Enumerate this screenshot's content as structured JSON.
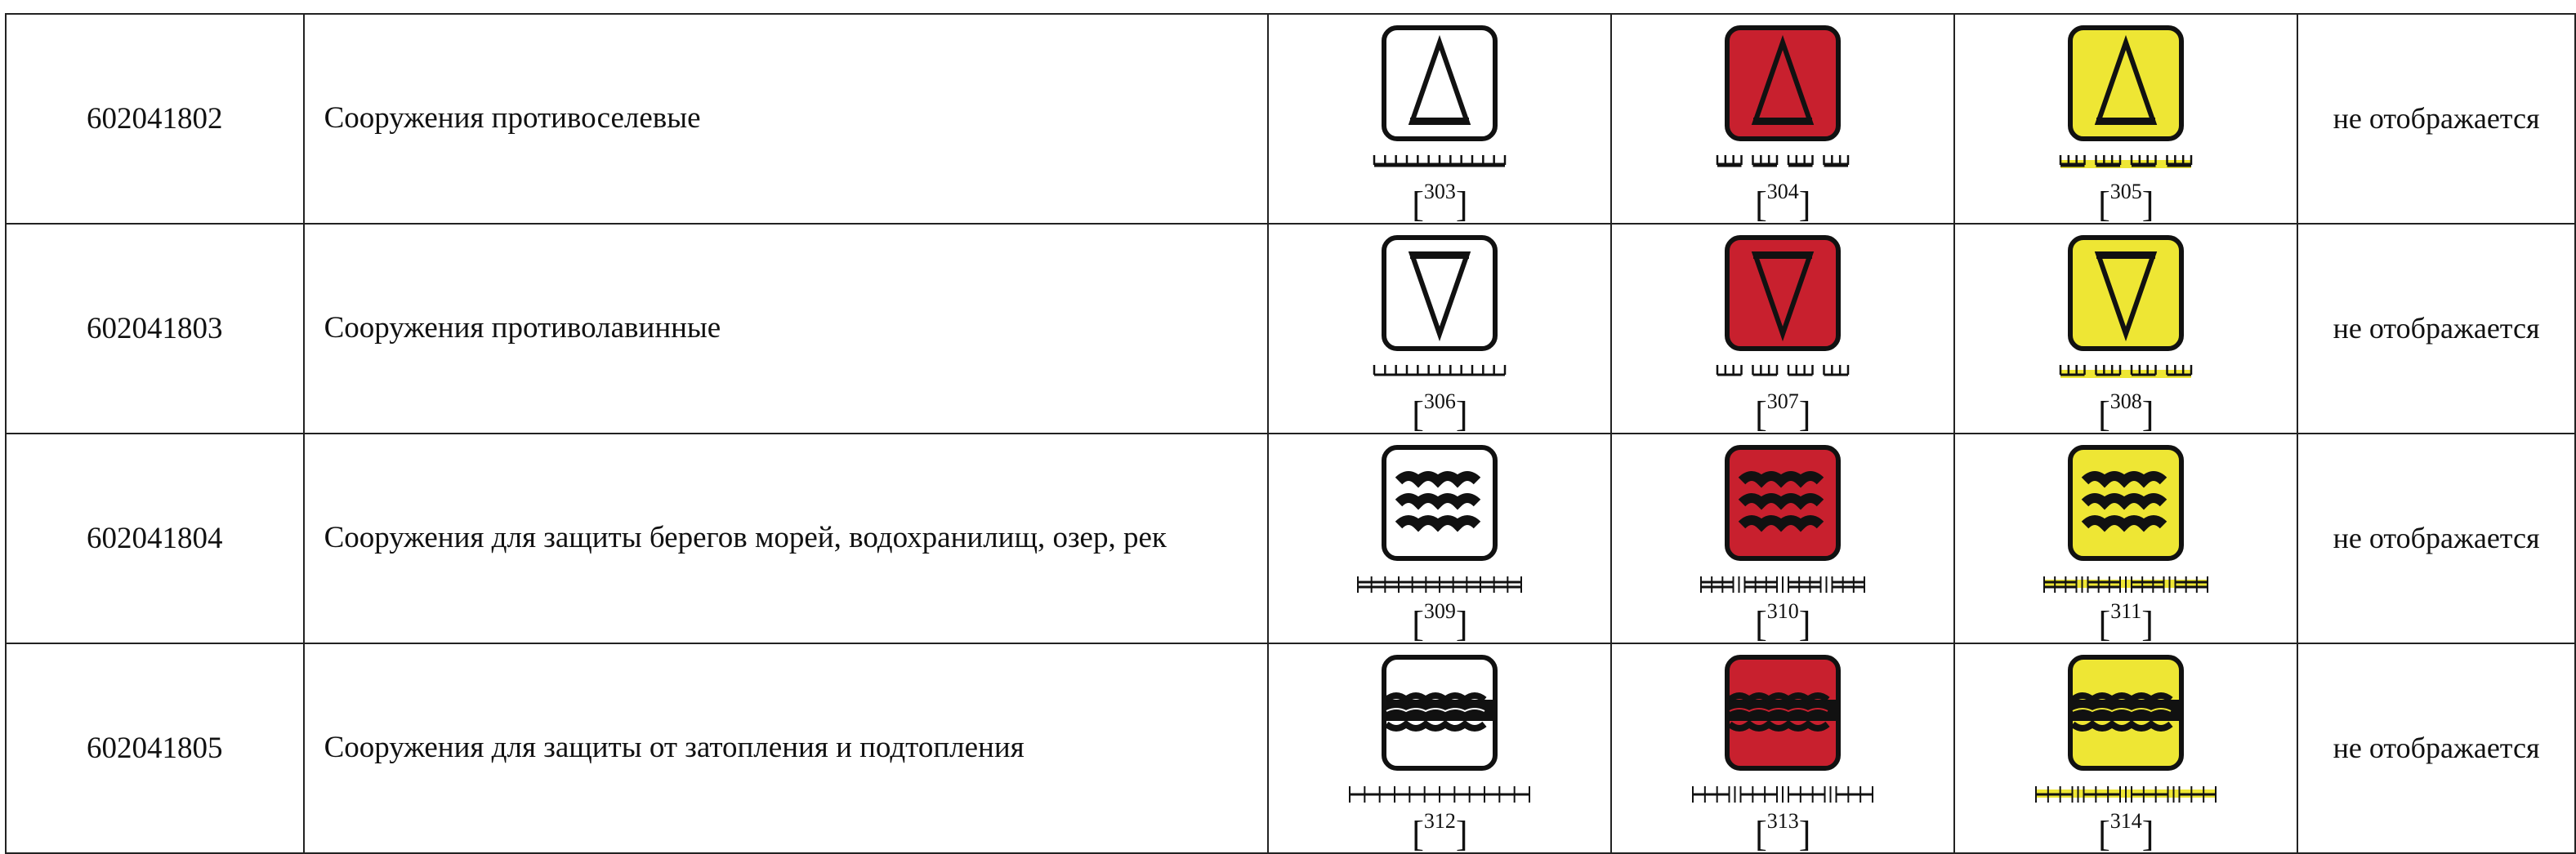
{
  "colors": {
    "white": "#ffffff",
    "red": "#c8202e",
    "yellow": "#eee634",
    "stroke": "#111111"
  },
  "rows": [
    {
      "code": "602041802",
      "name": "Сооружения противоселевые",
      "icon": "triangle-up",
      "symbols": [
        {
          "ref": "303",
          "fill": "white"
        },
        {
          "ref": "304",
          "fill": "red"
        },
        {
          "ref": "305",
          "fill": "yellow"
        }
      ],
      "last": "не отображается"
    },
    {
      "code": "602041803",
      "name": "Сооружения противолавинные",
      "icon": "triangle-down",
      "symbols": [
        {
          "ref": "306",
          "fill": "white"
        },
        {
          "ref": "307",
          "fill": "red"
        },
        {
          "ref": "308",
          "fill": "yellow"
        }
      ],
      "last": "не отображается"
    },
    {
      "code": "602041804",
      "name": "Сооружения для защиты берегов морей, водохранилищ, озер, рек",
      "icon": "waves",
      "symbols": [
        {
          "ref": "309",
          "fill": "white"
        },
        {
          "ref": "310",
          "fill": "red"
        },
        {
          "ref": "311",
          "fill": "yellow"
        }
      ],
      "last": "не отображается"
    },
    {
      "code": "602041805",
      "name": "Сооружения для защиты от затопления и подтопления",
      "icon": "wave-band",
      "symbols": [
        {
          "ref": "312",
          "fill": "white"
        },
        {
          "ref": "313",
          "fill": "red"
        },
        {
          "ref": "314",
          "fill": "yellow"
        }
      ],
      "last": "не отображается"
    }
  ]
}
